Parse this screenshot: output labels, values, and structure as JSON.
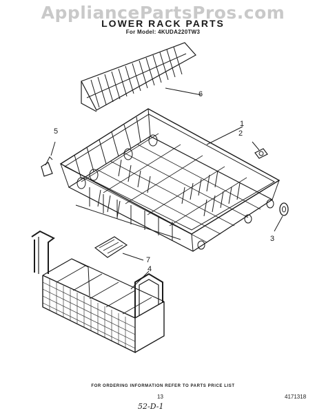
{
  "watermark": "AppliancePartsPros.com",
  "title": "LOWER RACK PARTS",
  "model": "For Model: 4KUDA220TW3",
  "callouts": {
    "c1": "1",
    "c2": "2",
    "c3": "3",
    "c4": "4",
    "c5": "5",
    "c6": "6",
    "c7": "7"
  },
  "footer": "FOR ORDERING INFORMATION REFER TO PARTS PRICE LIST",
  "page_number": "13",
  "doc_number": "4171318",
  "handwritten": "52-D-1"
}
